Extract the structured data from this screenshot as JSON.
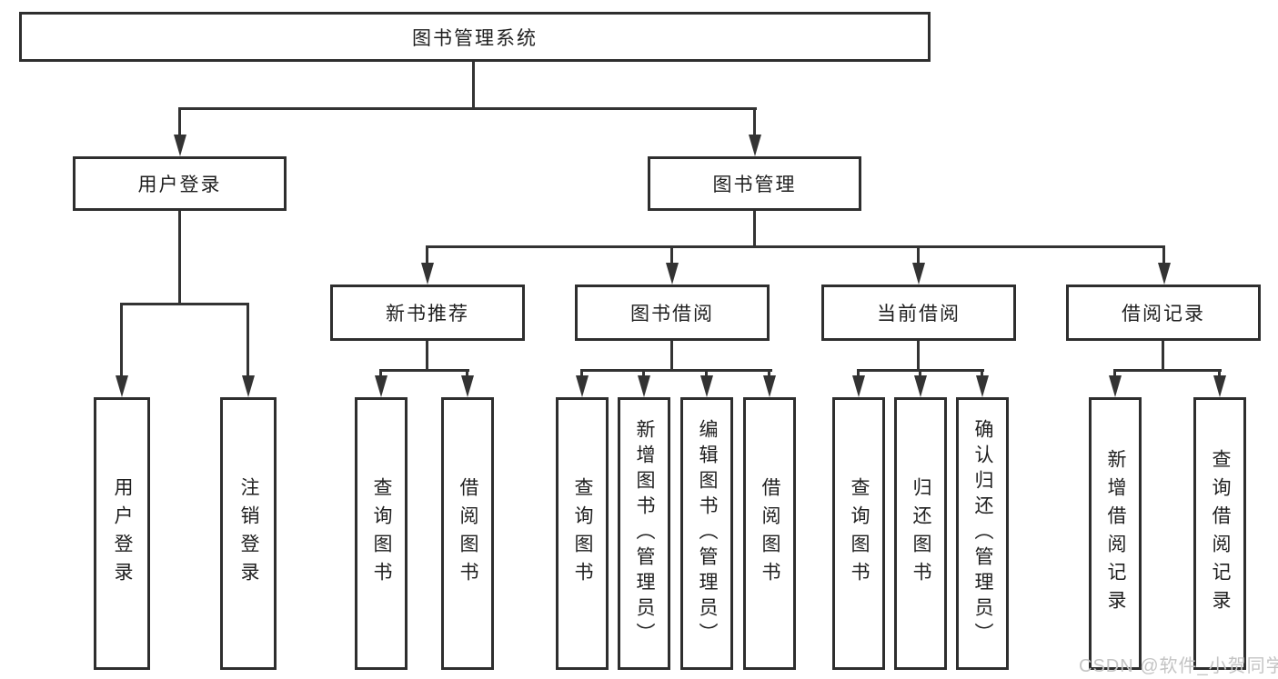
{
  "diagram": {
    "root": {
      "label": "图书管理系统"
    },
    "branches": [
      {
        "label": "用户登录",
        "children": [
          {
            "label": "用户登录"
          },
          {
            "label": "注销登录"
          }
        ]
      },
      {
        "label": "图书管理",
        "children": [
          {
            "label": "新书推荐",
            "children": [
              {
                "label": "查询图书"
              },
              {
                "label": "借阅图书"
              }
            ]
          },
          {
            "label": "图书借阅",
            "children": [
              {
                "label": "查询图书"
              },
              {
                "label": "新增图书（管理员）"
              },
              {
                "label": "编辑图书（管理员）"
              },
              {
                "label": "借阅图书"
              }
            ]
          },
          {
            "label": "当前借阅",
            "children": [
              {
                "label": "查询图书"
              },
              {
                "label": "归还图书"
              },
              {
                "label": "确认归还（管理员）"
              }
            ]
          },
          {
            "label": "借阅记录",
            "children": [
              {
                "label": "新增借阅记录"
              },
              {
                "label": "查询借阅记录"
              }
            ]
          }
        ]
      }
    ]
  },
  "colors": {
    "line": "#333333",
    "border": "#2e2e2e",
    "background": "#ffffff",
    "text": "#1f1f1f",
    "watermark": "#c4c4c4"
  },
  "watermark": {
    "text": "CSDN @软件_小贺同学"
  }
}
